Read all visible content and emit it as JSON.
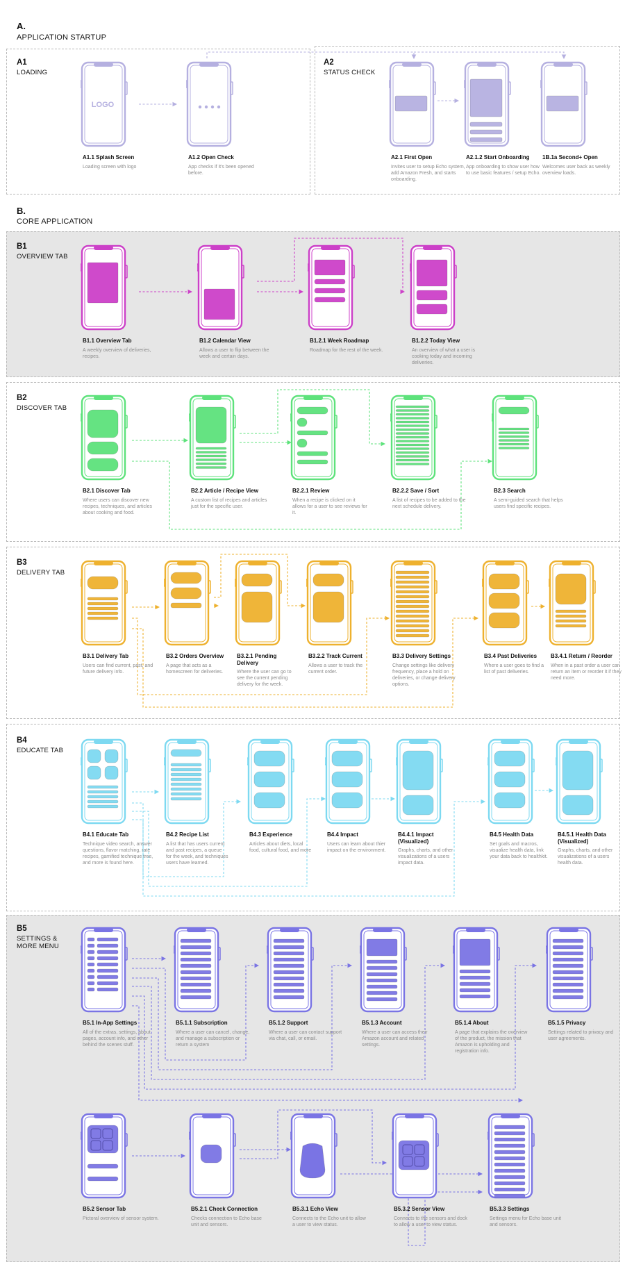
{
  "colors": {
    "a": "#b5b0e0",
    "b1": "#cc40c8",
    "b2": "#5de27b",
    "b3": "#eeb12e",
    "b4": "#7dd9f1",
    "b5": "#7a74e4"
  },
  "sections": {
    "a": {
      "letter": "A.",
      "title": "APPLICATION STARTUP"
    },
    "b": {
      "letter": "B.",
      "title": "CORE APPLICATION"
    }
  },
  "boxes": {
    "a1": {
      "id": "A1",
      "name": "LOADING"
    },
    "a2": {
      "id": "A2",
      "name": "STATUS CHECK"
    },
    "b1": {
      "id": "B1",
      "name": "OVERVIEW TAB"
    },
    "b2": {
      "id": "B2",
      "name": "DISCOVER TAB"
    },
    "b3": {
      "id": "B3",
      "name": "DELIVERY TAB"
    },
    "b4": {
      "id": "B4",
      "name": "EDUCATE TAB"
    },
    "b5": {
      "id": "B5",
      "name": "SETTINGS &\nMORE MENU"
    }
  },
  "screens": [
    {
      "key": "a11",
      "title": "A1.1 Splash Screen",
      "desc": "Loading screen with logo",
      "logo": "LOGO"
    },
    {
      "key": "a12",
      "title": "A1.2 Open Check",
      "desc": "App checks if it's been opened before."
    },
    {
      "key": "a21",
      "title": "A2.1 First Open",
      "desc": "Invites user to setup Echo system, add Amazon Fresh, and starts onboarding."
    },
    {
      "key": "a212",
      "title": "A2.1.2 Start Onboarding",
      "desc": "App onboarding to show user how to use basic features / setup Echo."
    },
    {
      "key": "a1b",
      "title": "1B.1a Second+ Open",
      "desc": "Welcomes user back as weekly overview loads."
    },
    {
      "key": "b11",
      "title": "B1.1 Overview Tab",
      "desc": "A weekly overview of deliveries, recipes."
    },
    {
      "key": "b12",
      "title": "B1.2 Calendar View",
      "desc": "Allows a user to flip between the week and certain days."
    },
    {
      "key": "b121",
      "title": "B1.2.1 Week Roadmap",
      "desc": "Roadmap for the rest of the week."
    },
    {
      "key": "b122",
      "title": "B1.2.2 Today View",
      "desc": "An overview of what a user is cooking today and incoming deliveries."
    },
    {
      "key": "b21",
      "title": "B2.1 Discover Tab",
      "desc": "Where users can discover new recipes, techniques, and articles about cooking and food."
    },
    {
      "key": "b22",
      "title": "B2.2 Article / Recipe View",
      "desc": "A custom list of recipes and articles just for the specific user."
    },
    {
      "key": "b221",
      "title": "B2.2.1 Review",
      "desc": "When a recipe is clicked on it allows for a user to see reviews for it."
    },
    {
      "key": "b222",
      "title": "B2.2.2 Save / Sort",
      "desc": "A list of recipes to be added to the next schedule delivery."
    },
    {
      "key": "b23",
      "title": "B2.3 Search",
      "desc": "A semi-guided search that helps users find specific recipes."
    },
    {
      "key": "b31",
      "title": "B3.1 Delivery Tab",
      "desc": "Users can find current, past, and future delivery info."
    },
    {
      "key": "b32",
      "title": "B3.2 Orders Overview",
      "desc": "A page that acts as a homescreen for deliveries."
    },
    {
      "key": "b321",
      "title": "B3.2.1 Pending Delivery",
      "desc": "Where the user can go to see the current pending delivery for the week."
    },
    {
      "key": "b322",
      "title": "B3.2.2 Track Current",
      "desc": "Allows a user to track the current order."
    },
    {
      "key": "b33",
      "title": "B3.3 Delivery Settings",
      "desc": "Change settings like delivery frequency, place a hold on deliveries, or change delivery options."
    },
    {
      "key": "b34",
      "title": "B3.4 Past Deliveries",
      "desc": "Where a user goes to find a list of past deliveries."
    },
    {
      "key": "b341",
      "title": "B3.4.1 Return / Reorder",
      "desc": "When in a past order a user can return an item or reorder it if they need more."
    },
    {
      "key": "b41",
      "title": "B4.1 Educate Tab",
      "desc": "Technique video search, answer questions, flavor matching, rate recipes, gamified technique tree, and more is found here."
    },
    {
      "key": "b42",
      "title": "B4.2 Recipe List",
      "desc": "A list that has users current and past recipes, a queue for the week, and techniques users have learned."
    },
    {
      "key": "b43",
      "title": "B4.3 Experience",
      "desc": "Articles about diets, local food, cultural food, and more"
    },
    {
      "key": "b44",
      "title": "B4.4 Impact",
      "desc": "Users can learn about thier impact on the environment."
    },
    {
      "key": "b441",
      "title": "B4.4.1 Impact (Visualized)",
      "desc": "Graphs, charts, and other visualizations of a users impact data."
    },
    {
      "key": "b45",
      "title": "B4.5 Health Data",
      "desc": "Set goals and macros, visualize health data, link your data back to healthkit."
    },
    {
      "key": "b451",
      "title": "B4.5.1 Health Data (Visualized)",
      "desc": "Graphs, charts, and other visualizations of a users health data."
    },
    {
      "key": "b51",
      "title": "B5.1 In-App Settings",
      "desc": "All of the extras, settings, about pages, account info, and other behind the scenes stuff."
    },
    {
      "key": "b511",
      "title": "B5.1.1 Subscription",
      "desc": "Where a user can cancel, change, and manage a subscription or return a system"
    },
    {
      "key": "b512",
      "title": "B5.1.2 Support",
      "desc": "Where a user can contact support via chat, call, or email."
    },
    {
      "key": "b513",
      "title": "B5.1.3 Account",
      "desc": "Where a user can access their Amazon account and related settings."
    },
    {
      "key": "b514",
      "title": "B5.1.4 About",
      "desc": "A page that explains the overview of the product, the mission that Amazon is upholding and registration info."
    },
    {
      "key": "b515",
      "title": "B5.1.5 Privacy",
      "desc": "Settings related to privacy and user agreements."
    },
    {
      "key": "b52",
      "title": "B5.2 Sensor Tab",
      "desc": "Pictoral overview of sensor system."
    },
    {
      "key": "b521",
      "title": "B5.2.1 Check Connection",
      "desc": "Checks connection to Echo base unit and sensors."
    },
    {
      "key": "b531",
      "title": "B5.3.1 Echo View",
      "desc": "Connects to the Echo unit to allow a user to view status."
    },
    {
      "key": "b532",
      "title": "B5.3.2 Sensor View",
      "desc": "Connects to the sensors and dock to allow a user to view status."
    },
    {
      "key": "b533",
      "title": "B5.3.3 Settings",
      "desc": "Settings menu for Echo base unit and sensors."
    }
  ]
}
